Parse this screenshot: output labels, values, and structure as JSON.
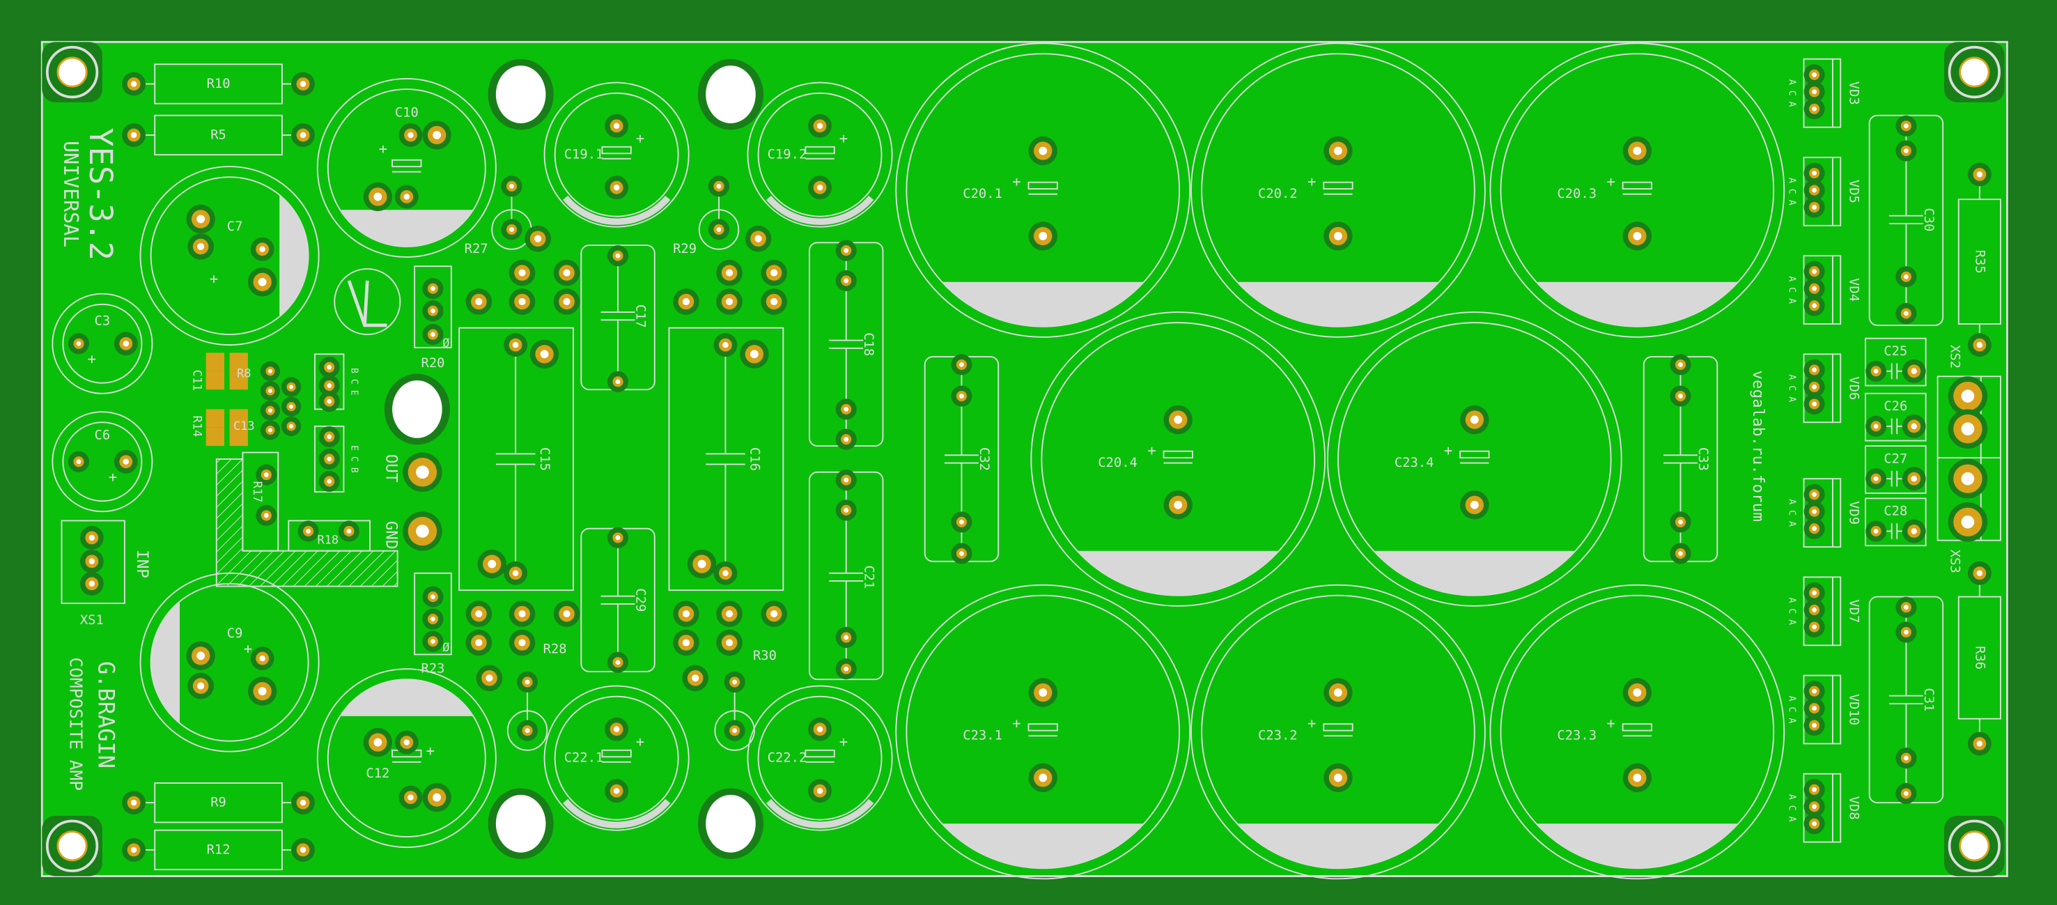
{
  "board": {
    "title": "YES-3.2",
    "subtitle": "UNIVERSAL",
    "author": "G.BRAGIN",
    "description": "COMPOSITE AMP",
    "forum": "vegalab.ru.forum",
    "out_label": "OUT",
    "gnd_label": "GND",
    "inp_label": "INP",
    "pin_aca": "A C A",
    "pin_bce": "B C E",
    "pin_ecb": "E C B",
    "zero_mark": "Ø",
    "plus": "+"
  },
  "colors": {
    "background": "#1a7a1c",
    "board": "#0abf0a",
    "silkscreen": "#dcdcdc",
    "pad": "#d8a21a",
    "clearance": "#187f18",
    "drill": "#ffffff"
  },
  "components": {
    "R10": "R10",
    "R5": "R5",
    "R9": "R9",
    "R12": "R12",
    "C7": "C7",
    "C10": "C10",
    "C3": "C3",
    "C6": "C6",
    "C9": "C9",
    "C12": "C12",
    "C19_1": "C19.1",
    "C19_2": "C19.2",
    "C22_1": "C22.1",
    "C22_2": "C22.2",
    "C20_1": "C20.1",
    "C20_2": "C20.2",
    "C20_3": "C20.3",
    "C20_4": "C20.4",
    "C23_1": "C23.1",
    "C23_2": "C23.2",
    "C23_3": "C23.3",
    "C23_4": "C23.4",
    "C15": "C15",
    "C16": "C16",
    "C17": "C17",
    "C18": "C18",
    "C21": "C21",
    "C29": "C29",
    "C30": "C30",
    "C31": "C31",
    "C32": "C32",
    "C33": "C33",
    "C25": "C25",
    "C26": "C26",
    "C27": "C27",
    "C28": "C28",
    "R35": "R35",
    "R36": "R36",
    "VD3": "VD3",
    "VD5": "VD5",
    "VD4": "VD4",
    "VD6": "VD6",
    "VD9": "VD9",
    "VD7": "VD7",
    "VD10": "VD10",
    "VD8": "VD8",
    "XS1": "XS1",
    "XS2": "XS2",
    "XS3": "XS3",
    "R27": "R27",
    "R29": "R29",
    "R28": "R28",
    "R30": "R30",
    "R20": "R20",
    "R23": "R23",
    "R17": "R17",
    "R18": "R18",
    "R8": "R8",
    "R14": "R14",
    "C11": "C11",
    "C13": "C13"
  }
}
